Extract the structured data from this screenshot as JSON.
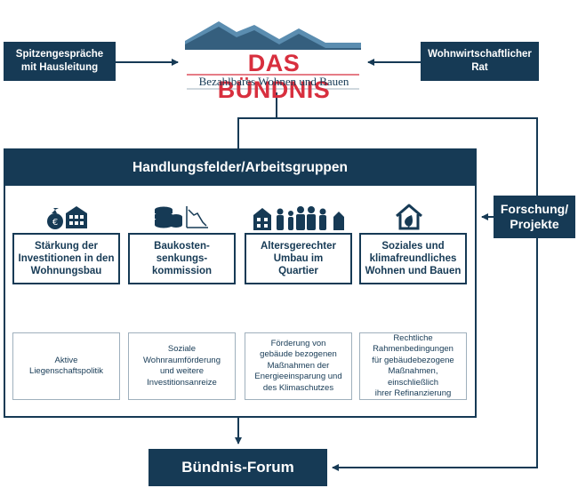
{
  "logo": {
    "title": "DAS BÜNDNIS",
    "subtitle": "Bezahlbares Wohnen und Bauen"
  },
  "top_left_box": {
    "line1": "Spitzengespräche",
    "line2": "mit Hausleitung"
  },
  "top_right_box": {
    "line1": "Wohnwirtschaftlicher",
    "line2": "Rat"
  },
  "panel": {
    "header": "Handlungsfelder/Arbeitsgruppen"
  },
  "side_box": {
    "line1": "Forschung/",
    "line2": "Projekte"
  },
  "groups": [
    {
      "lines": [
        "Stärkung der",
        "Investitionen in den",
        "Wohnungsbau"
      ],
      "icon": "money-bag-building-icon"
    },
    {
      "lines": [
        "Baukosten-",
        "senkungs-",
        "kommission"
      ],
      "icon": "coins-chart-icon"
    },
    {
      "lines": [
        "Altersgerechter",
        "Umbau im",
        "Quartier"
      ],
      "icon": "people-houses-icon"
    },
    {
      "lines": [
        "Soziales und",
        "klimafreundliches",
        "Wohnen und Bauen"
      ],
      "icon": "eco-house-icon"
    }
  ],
  "subgroups": [
    {
      "lines": [
        "Aktive",
        "Liegenschaftspolitik"
      ]
    },
    {
      "lines": [
        "Soziale",
        "Wohnraumförderung",
        "und weitere",
        "Investitionsanreize"
      ]
    },
    {
      "lines": [
        "Förderung von",
        "gebäude bezogenen",
        "Maßnahmen der",
        "Energieeinsparung und",
        "des Klimaschutzes"
      ]
    },
    {
      "lines": [
        "Rechtliche",
        "Rahmenbedingungen",
        "für gebäudebezogene",
        "Maßnahmen, einschließlich",
        "ihrer Refinanzierung"
      ]
    }
  ],
  "forum": {
    "label": "Bündnis-Forum"
  },
  "colors": {
    "navy": "#163a55",
    "red": "#d82f3e",
    "light_border": "#9fb0bd"
  }
}
